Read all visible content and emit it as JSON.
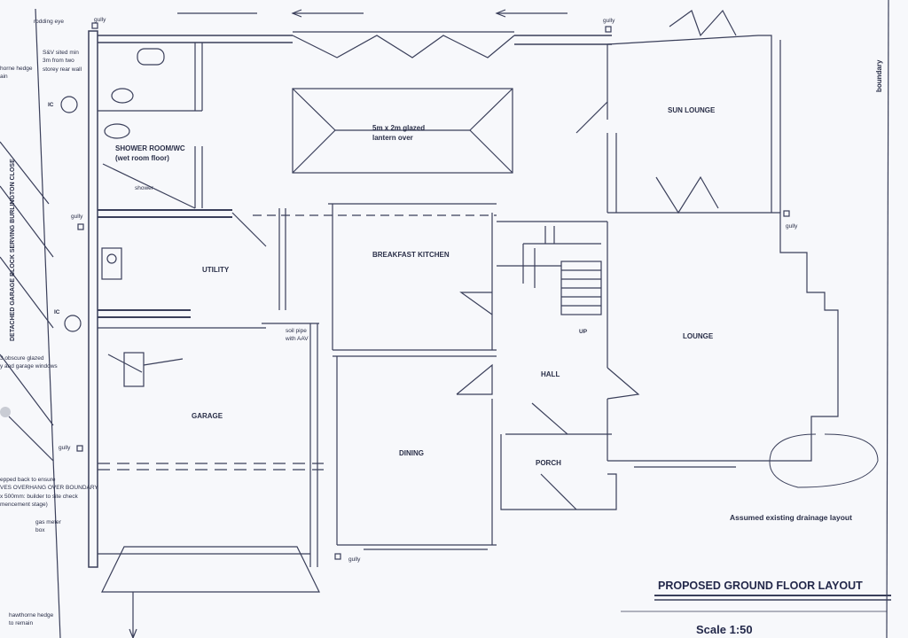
{
  "drawing": {
    "title": "PROPOSED GROUND FLOOR LAYOUT",
    "scale": "Scale 1:50",
    "drainage_note": "Assumed existing drainage layout"
  },
  "rooms": {
    "sun_lounge": "SUN LOUNGE",
    "lantern": "5m x 2m glazed\nlantern over",
    "shower_room": "SHOWER ROOM/WC\n(wet room floor)",
    "shower": "shower",
    "utility": "UTILITY",
    "breakfast_kitchen": "BREAKFAST KITCHEN",
    "lounge": "LOUNGE",
    "up": "UP",
    "hall": "HALL",
    "garage": "GARAGE",
    "dining": "DINING",
    "porch": "PORCH"
  },
  "annotations": {
    "rodding_eye": "rodding eye",
    "gully": "gully",
    "sv": "S&V sited min\n3m from two\nstorey rear wall",
    "hedge_top": "horne hedge\nain",
    "ic": "IC",
    "detached_garage": "DETACHED GARAGE BLOCK SERVING BURLINGTON CLOSE",
    "obscure": "3 obscure glazed\ny and garage windows",
    "soil_pipe": "soil pipe\nwith AAV",
    "stepped": "epped back to ensure\nVES OVERHANG OVER BOUNDARY\nx 500mm: builder to site check\nmencement stage)",
    "gas_meter": "gas meter\nbox",
    "hawthorne": "hawthorne hedge\nto remain",
    "boundary": "boundary"
  },
  "colors": {
    "ink": "#2a2f48",
    "paper": "#f7f8fb"
  }
}
